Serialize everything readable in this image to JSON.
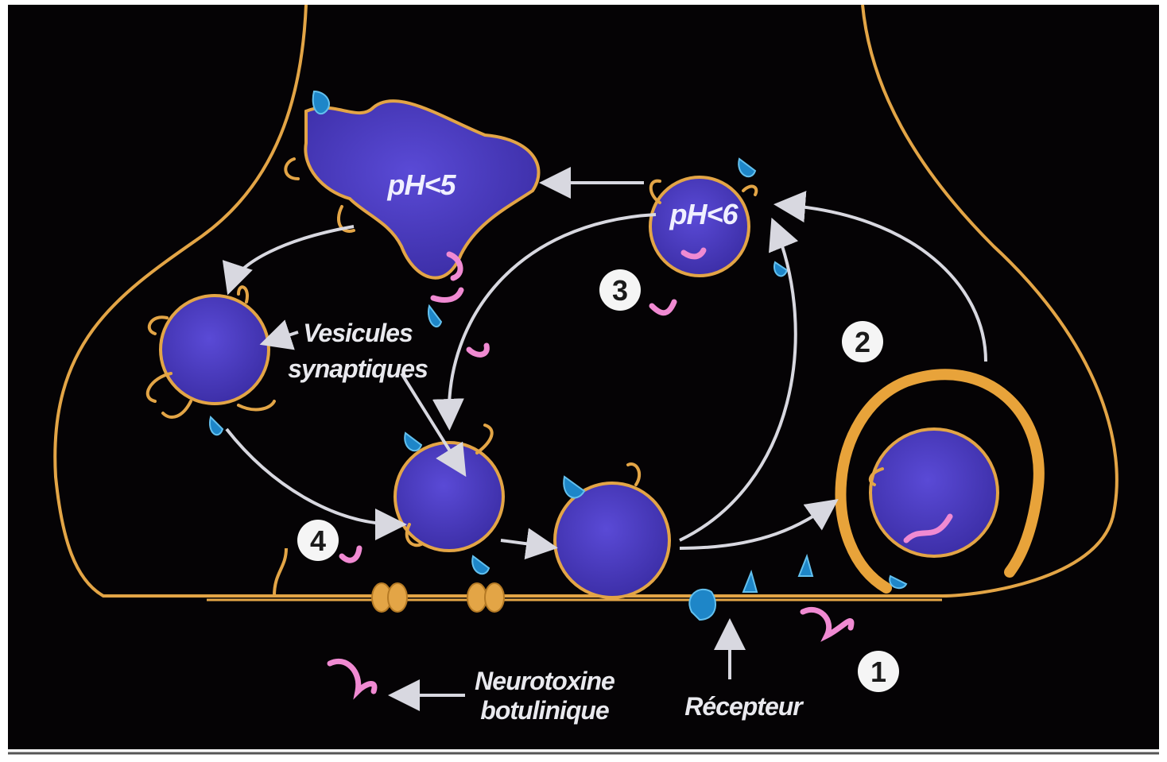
{
  "labels": {
    "vesicle_endosome_ph": "pH<5",
    "vesicle_early_ph": "pH<6",
    "vesicles_line1": "Vesicules",
    "vesicles_line2": "synaptiques",
    "toxin_line1": "Neurotoxine",
    "toxin_line2": "botulinique",
    "receptor": "Récepteur"
  },
  "steps": [
    "1",
    "2",
    "3",
    "4"
  ],
  "colors": {
    "background": "#050305",
    "membrane": "#e3a546",
    "vesicle_fill": "#4c3cc4",
    "toxin": "#f08ad2",
    "receptor": "#1e86c8",
    "arrow": "#d8d8e0"
  }
}
